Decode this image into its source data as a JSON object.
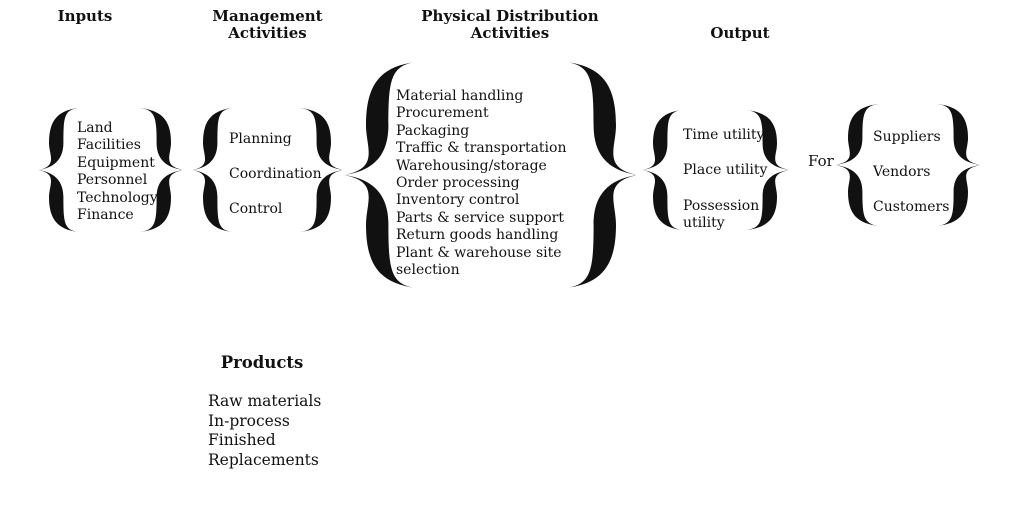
{
  "headers": {
    "inputs": "Inputs",
    "management": [
      "Management",
      "Activities"
    ],
    "distribution": [
      "Physical Distribution",
      "Activities"
    ],
    "output": "Output",
    "products": "Products"
  },
  "inputs": [
    "Land",
    "Facilities",
    "Equipment",
    "Personnel",
    "Technology",
    "Finance"
  ],
  "management": [
    "Planning",
    "Coordination",
    "Control"
  ],
  "distribution": [
    "Material handling",
    "Procurement",
    "Packaging",
    "Traffic & transportation",
    "Warehousing/storage",
    "Order processing",
    "Inventory control",
    "Parts & service support",
    "Return goods handling",
    "Plant & warehouse site",
    "selection"
  ],
  "output": [
    "Time utility",
    "Place utility",
    "Possession",
    "utility"
  ],
  "for_label": "For",
  "recipients": [
    "Suppliers",
    "Vendors",
    "Customers"
  ],
  "products": [
    "Raw materials",
    "In-process",
    "Finished",
    "Replacements"
  ]
}
